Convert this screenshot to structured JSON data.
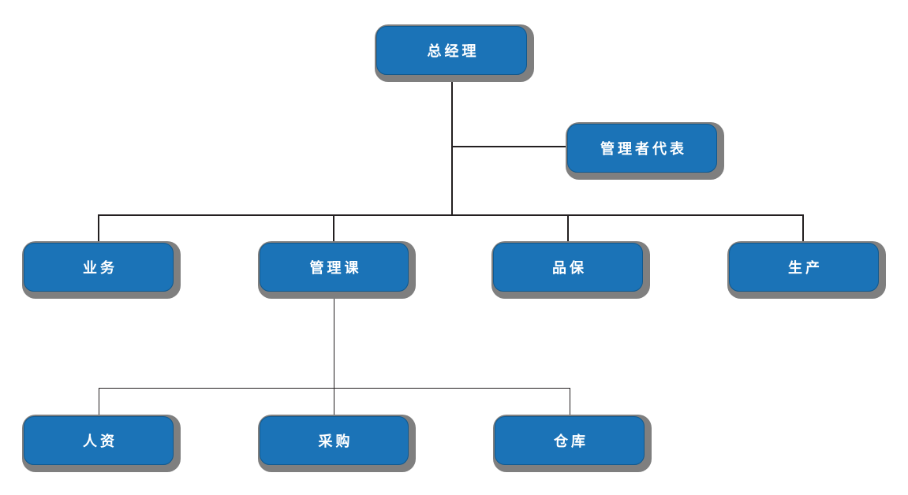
{
  "diagram": {
    "type": "org-chart",
    "title": "",
    "nodes": [
      {
        "id": "general-manager",
        "label": "总经理",
        "level": 1
      },
      {
        "id": "management-rep",
        "label": "管理者代表",
        "level": 1.5
      },
      {
        "id": "business",
        "label": "业务",
        "level": 2
      },
      {
        "id": "management-section",
        "label": "管理课",
        "level": 2
      },
      {
        "id": "quality-assurance",
        "label": "品保",
        "level": 2
      },
      {
        "id": "production",
        "label": "生产",
        "level": 2
      },
      {
        "id": "human-resources",
        "label": "人资",
        "level": 3
      },
      {
        "id": "purchasing",
        "label": "采购",
        "level": 3
      },
      {
        "id": "warehouse",
        "label": "仓库",
        "level": 3
      }
    ],
    "edges": [
      {
        "from": "总经理",
        "to": "管理者代表"
      },
      {
        "from": "总经理",
        "to": "业务"
      },
      {
        "from": "总经理",
        "to": "管理课"
      },
      {
        "from": "总经理",
        "to": "品保"
      },
      {
        "from": "总经理",
        "to": "生产"
      },
      {
        "from": "管理课",
        "to": "人资"
      },
      {
        "from": "管理课",
        "to": "采购"
      },
      {
        "from": "管理课",
        "to": "仓库"
      }
    ],
    "colors": {
      "node_fill": "#1b73b7",
      "node_border": "#10598f",
      "node_text": "#ffffff",
      "node_shadow": "#7f7f7f",
      "connector_line": "#231f20",
      "background": "#ffffff"
    }
  }
}
